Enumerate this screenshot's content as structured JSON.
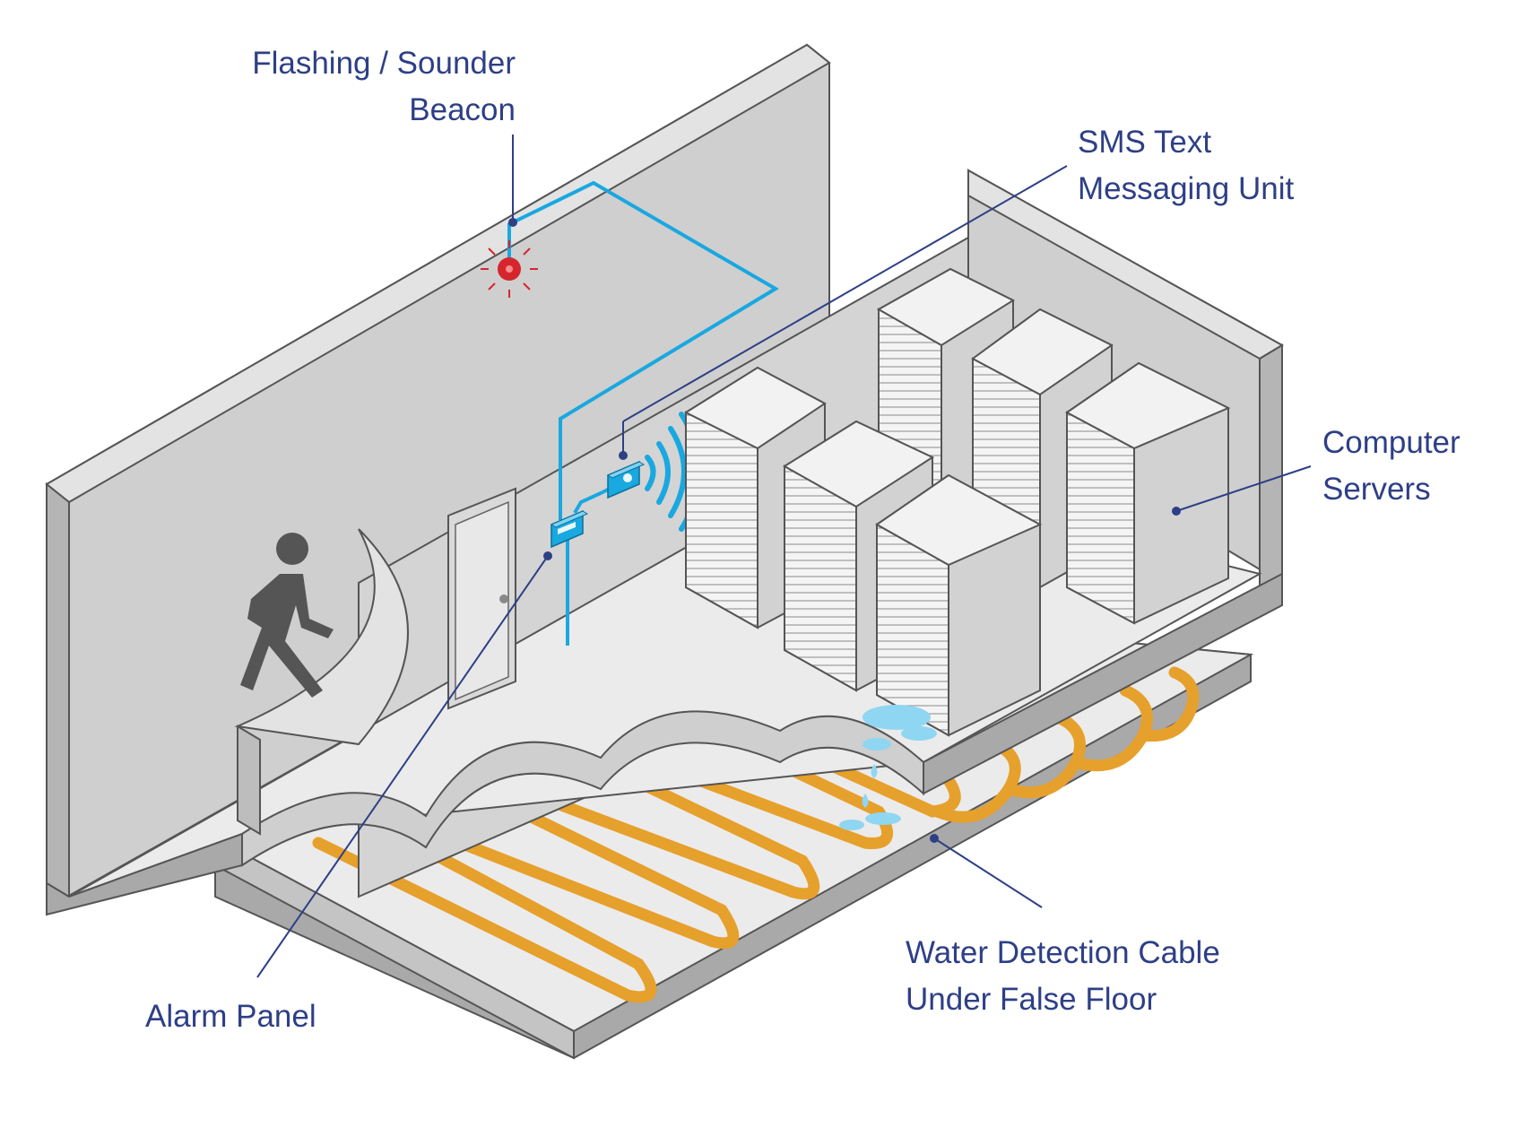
{
  "labels": {
    "beacon": [
      "Flashing / Sounder",
      "Beacon"
    ],
    "sms": [
      "SMS Text",
      "Messaging Unit"
    ],
    "servers": [
      "Computer",
      "Servers"
    ],
    "cable": [
      "Water Detection Cable",
      "Under False Floor"
    ],
    "alarm": [
      "Alarm Panel"
    ]
  },
  "colors": {
    "label_text": "#2e3f86",
    "leader_line": "#2e3f86",
    "wall_front": "#cfcfcf",
    "wall_top": "#e3e3e3",
    "wall_side": "#a9a9a9",
    "floor": "#ebebeb",
    "wiring": "#19a8e0",
    "cable": "#e6a02c",
    "water": "#8fd6f2",
    "beacon": "#d6262d",
    "person": "#555555"
  },
  "icons": [
    "person-walking-icon",
    "beacon-light-icon",
    "door-icon",
    "alarm-panel-icon",
    "sms-unit-icon",
    "wireless-signal-icon",
    "server-rack-icon",
    "water-puddle-icon"
  ]
}
